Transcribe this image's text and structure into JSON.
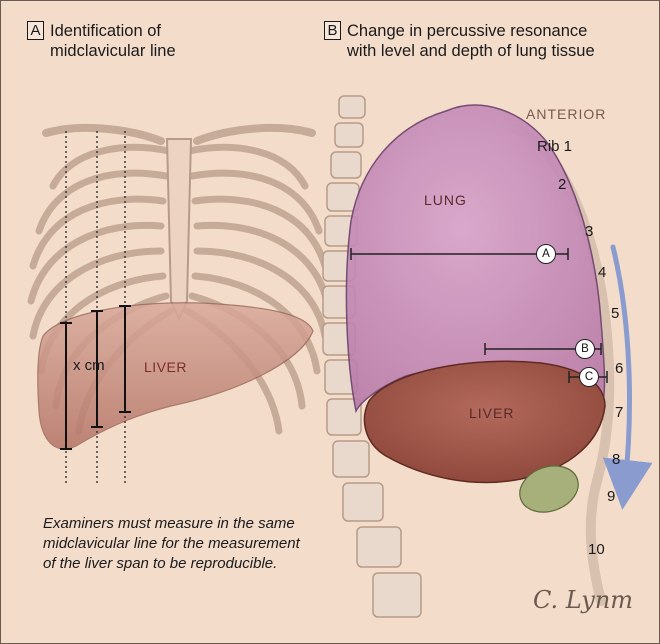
{
  "panel_a": {
    "letter": "A",
    "title_line1": "Identification of",
    "title_line2": "midclavicular line",
    "measure_label": "x cm",
    "liver_label": "LIVER"
  },
  "panel_b": {
    "letter": "B",
    "title_line1": "Change in percussive resonance",
    "title_line2": "with level and depth of lung tissue",
    "anterior_label": "ANTERIOR",
    "lung_label": "LUNG",
    "liver_label": "LIVER",
    "rib_labels": [
      "Rib 1",
      "2",
      "3",
      "4",
      "5",
      "6",
      "7",
      "8",
      "9",
      "10"
    ],
    "markers": [
      "A",
      "B",
      "C"
    ]
  },
  "caption": "Examiners must measure in the same midclavicular line for the measurement of the liver span to be reproducible.",
  "signature": "C. Lynm",
  "colors": {
    "background": "#f4dccb",
    "lung": "#c88bb8",
    "liver": "#a0574c",
    "arrow": "#8a9ccf"
  }
}
